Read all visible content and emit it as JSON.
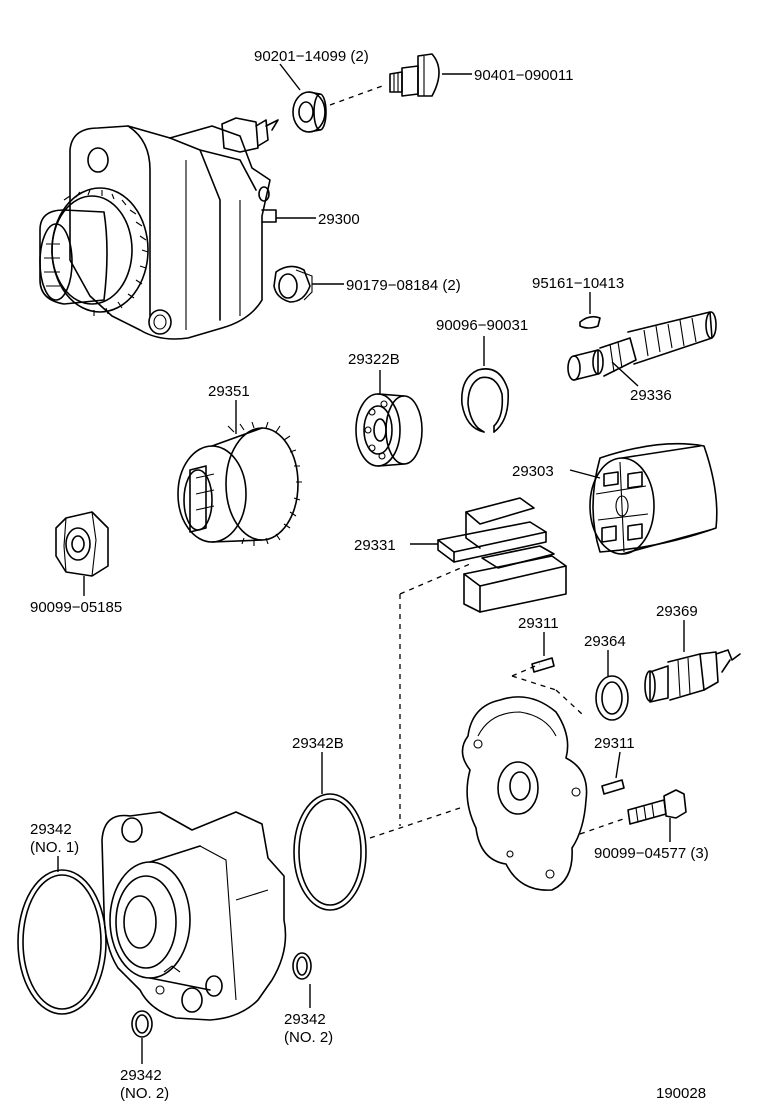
{
  "labels": {
    "p90201": "90201−14099 (2)",
    "p90401": "90401−090011",
    "p29300": "29300",
    "p90179": "90179−08184 (2)",
    "p95161": "95161−10413",
    "p90096": "90096−90031",
    "p29322b": "29322B",
    "p29336": "29336",
    "p29351": "29351",
    "p29303": "29303",
    "p29331": "29331",
    "p90099_05185": "90099−05185",
    "p29311_a": "29311",
    "p29364": "29364",
    "p29369": "29369",
    "p29342b": "29342B",
    "p29311_b": "29311",
    "p29342_no1_num": "29342",
    "p29342_no1_tag": "(NO. 1)",
    "p90099_04577": "90099−04577 (3)",
    "p29342_no2a_num": "29342",
    "p29342_no2a_tag": "(NO. 2)",
    "p29342_no2b_num": "29342",
    "p29342_no2b_tag": "(NO. 2)",
    "diagram_id": "190028"
  }
}
